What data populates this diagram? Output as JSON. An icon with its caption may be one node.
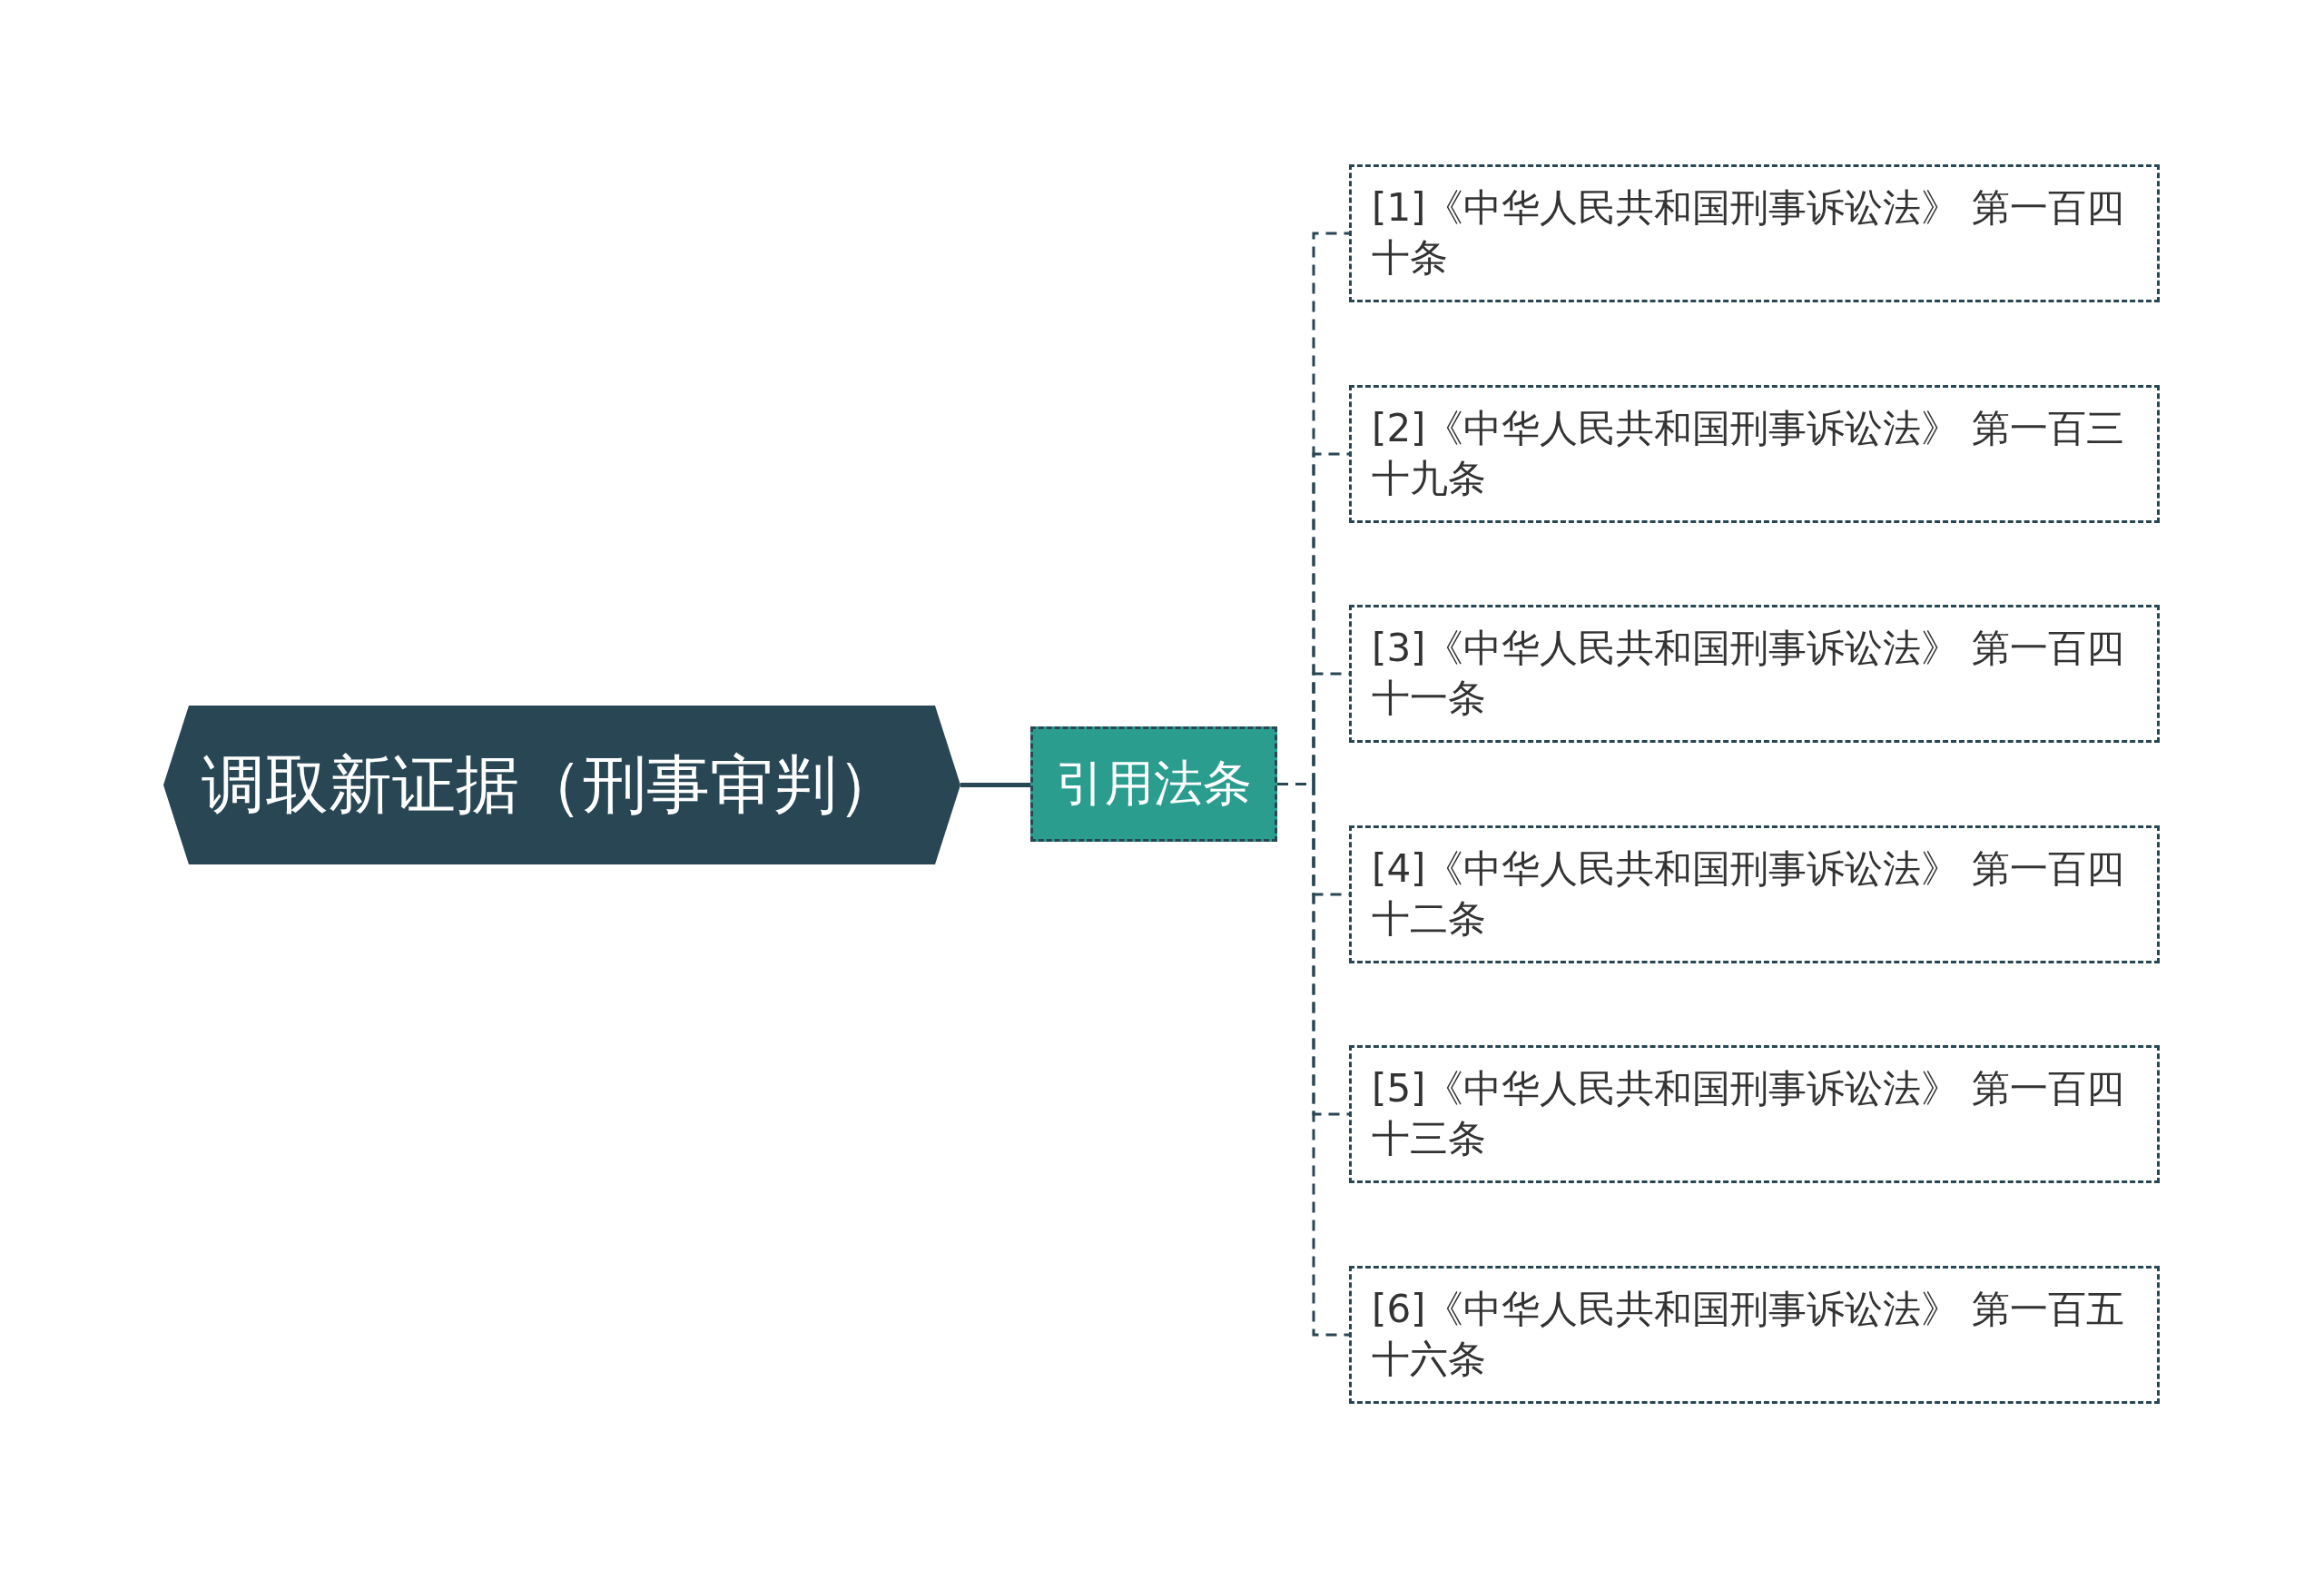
{
  "diagram": {
    "nodes": [
      {
        "text": [
          "调取新证据（刑事审判）"
        ]
      },
      {
        "text": [
          "引用法条"
        ]
      },
      {
        "text": [
          "[1]《中华人民共和国刑事诉讼法》 第一百四十条"
        ]
      },
      {
        "text": [
          "[2]《中华人民共和国刑事诉讼法》 第一百三十九条"
        ]
      },
      {
        "text": [
          "[3]《中华人民共和国刑事诉讼法》 第一百四十一条"
        ]
      },
      {
        "text": [
          "[4]《中华人民共和国刑事诉讼法》 第一百四十二条"
        ]
      },
      {
        "text": [
          "[5]《中华人民共和国刑事诉讼法》 第一百四十三条"
        ]
      },
      {
        "text": [
          "[6]《中华人民共和国刑事诉讼法》 第一百五十六条"
        ]
      }
    ],
    "edges": [
      {
        "from": 0,
        "to": 1,
        "arrow": "none"
      },
      {
        "from": 1,
        "to": 2,
        "arrow": "none",
        "style": "dashed"
      },
      {
        "from": 1,
        "to": 3,
        "arrow": "none",
        "style": "dashed"
      },
      {
        "from": 1,
        "to": 4,
        "arrow": "none",
        "style": "dashed"
      },
      {
        "from": 1,
        "to": 5,
        "arrow": "none",
        "style": "dashed"
      },
      {
        "from": 1,
        "to": 6,
        "arrow": "none",
        "style": "dashed"
      },
      {
        "from": 1,
        "to": 7,
        "arrow": "none",
        "style": "dashed"
      }
    ]
  }
}
